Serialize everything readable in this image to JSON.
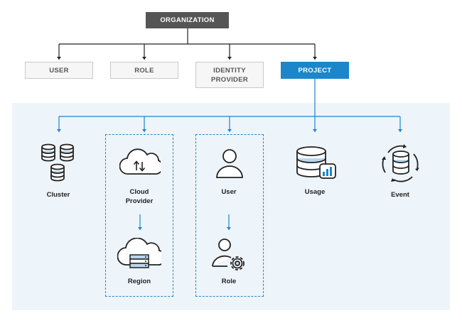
{
  "top": {
    "organization": "ORGANIZATION",
    "user": "USER",
    "role": "ROLE",
    "identity_provider_line1": "IDENTITY",
    "identity_provider_line2": "PROVIDER",
    "project": "PROJECT"
  },
  "resources": {
    "cluster": "Cluster",
    "cloud_provider_line1": "Cloud",
    "cloud_provider_line2": "Provider",
    "region": "Region",
    "user": "User",
    "role": "Role",
    "usage": "Usage",
    "event": "Event"
  },
  "colors": {
    "dark": "#555555",
    "blue": "#1b86c9",
    "panel": "#edf4fa",
    "icon_fill": "#b8d7ee"
  },
  "icons": [
    "database-stack-icon",
    "cloud-transfer-icon",
    "cloud-server-icon",
    "user-icon",
    "user-gear-icon",
    "database-chart-icon",
    "database-cycle-icon"
  ]
}
